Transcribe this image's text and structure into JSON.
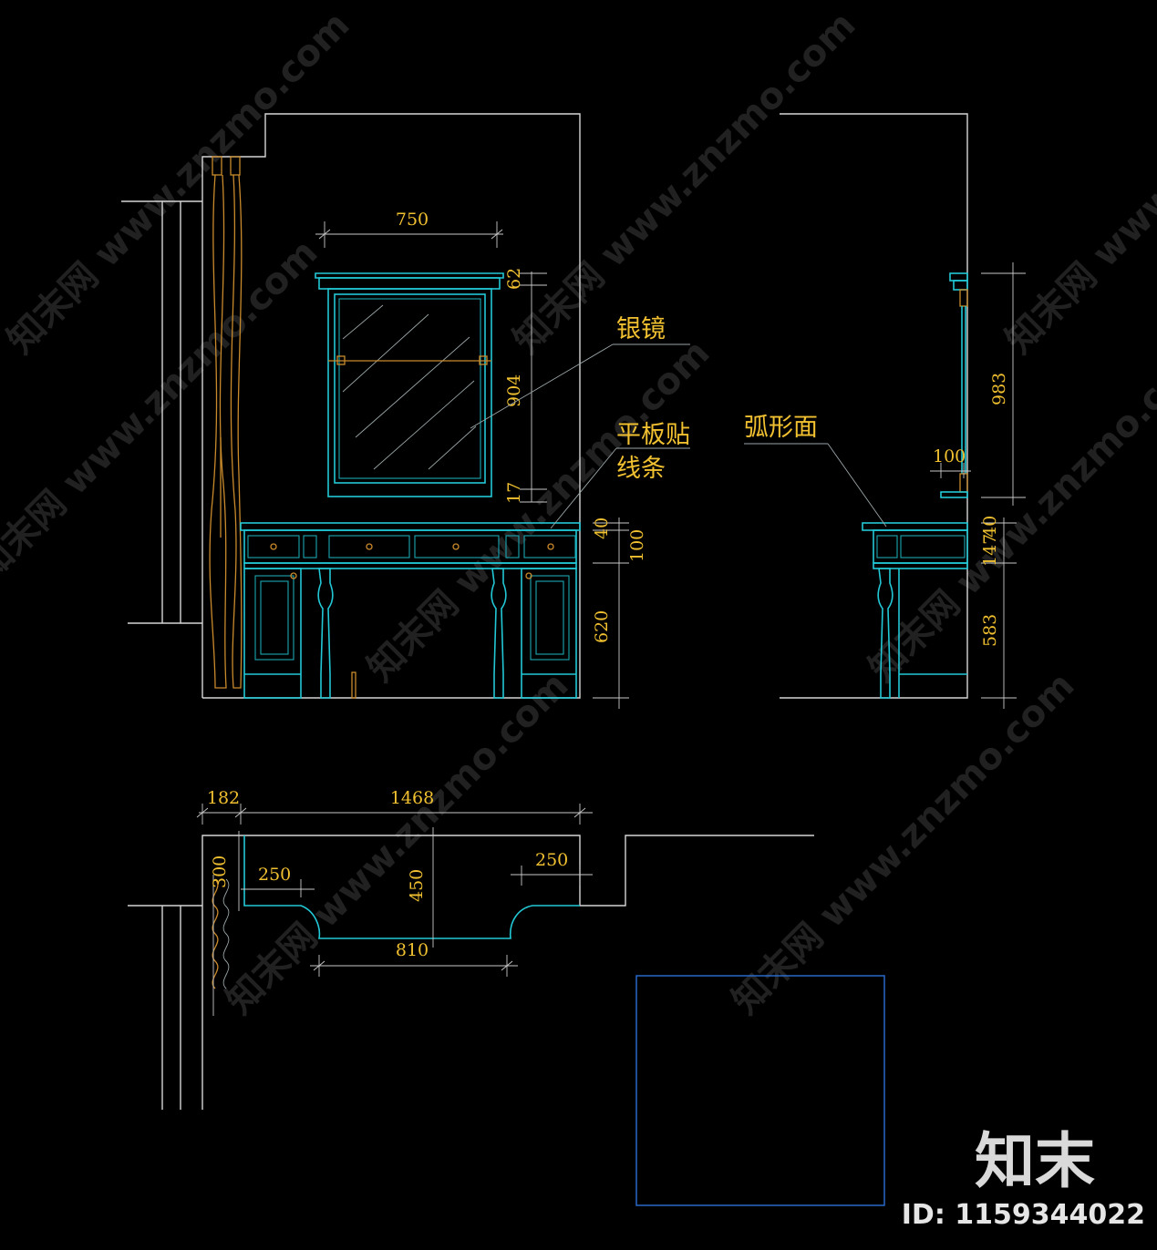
{
  "dimensions": {
    "mirror_width": "750",
    "mirror_top": "62",
    "mirror_height": "904",
    "mirror_bottom": "17",
    "counter_top": "40",
    "drawer_height": "100",
    "cabinet_height": "620",
    "side_total_height": "983",
    "side_shelf_depth": "100",
    "side_top": "147",
    "side_counter": "40",
    "side_cabinet": "583",
    "plan_left": "182",
    "plan_width": "1468",
    "plan_wall": "300",
    "plan_left_wing": "250",
    "plan_depth": "450",
    "plan_right_wing": "250",
    "plan_center": "810"
  },
  "labels": {
    "mirror": "银镜",
    "panel_line1": "平板贴",
    "panel_line2": "线条",
    "arc_face": "弧形面"
  },
  "watermark": {
    "text": "知末网 www.znzmo.com"
  },
  "brand": {
    "logo": "知末",
    "id": "ID: 1159344022"
  },
  "colors": {
    "background": "#000000",
    "wall_line": "#d6d6d6",
    "furniture_line": "#22c8d6",
    "text": "#f0c030",
    "curtain": "#c98a2c",
    "frame_box": "#2a6fd6"
  }
}
